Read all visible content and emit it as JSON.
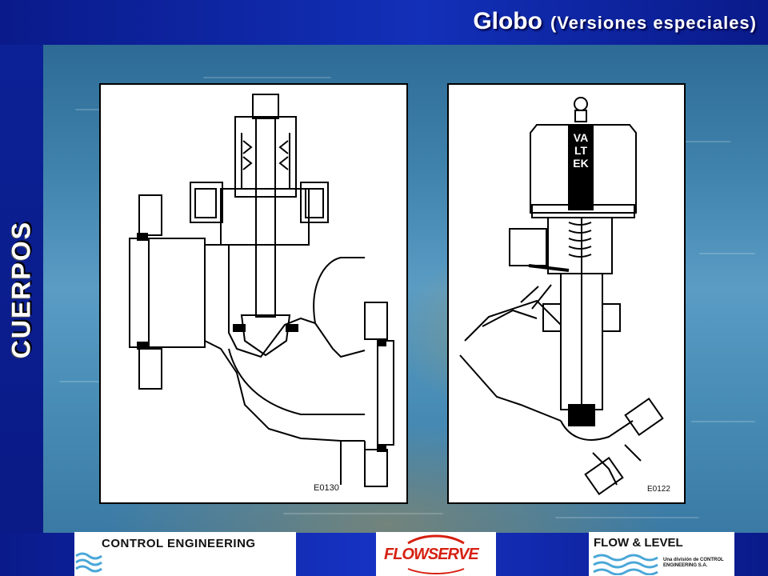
{
  "header": {
    "title": "Globo",
    "subtitle": "(Versiones especiales)"
  },
  "sidebar": {
    "label": "CUERPOS"
  },
  "drawings": [
    {
      "code": "E0130"
    },
    {
      "code": "E0122",
      "brand": "VALTEK"
    }
  ],
  "footer": {
    "logos": [
      {
        "text": "CONTROL ENGINEERING"
      },
      {
        "text": "FLOWSERVE"
      },
      {
        "text": "FLOW & LEVEL",
        "subtext": "Una división de CONTROL ENGINEERING S.A."
      }
    ]
  },
  "colors": {
    "title_bar": "#0a1a8a",
    "accent_blue": "#1230b8",
    "flowserve_red": "#d62011",
    "drawing_bg": "#ffffff"
  }
}
